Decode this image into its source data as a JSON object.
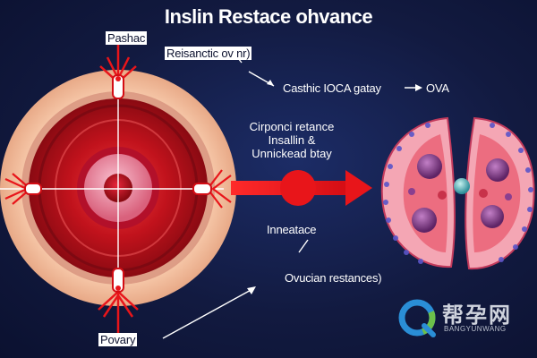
{
  "title": "Inslin Restace ohvance",
  "labels": {
    "top_left": "Pashac",
    "top_center": "Reisanctic ov nr)",
    "right_top": "Casthic IOCA gatay",
    "right_top_suffix": "OVA",
    "middle": [
      "Cirponci retance",
      "Insallin &",
      "Unnickead btay"
    ],
    "lower_middle": "Inneatace",
    "bottom_right": "Ovucian restances)",
    "bottom_left": "Povary"
  },
  "watermark": {
    "chinese": "帮孕网",
    "english": "BANGYUNWANG"
  },
  "colors": {
    "background": "#121a40",
    "arrow_red": "#e8151a",
    "ovary_outer": "#f6c7a8",
    "ovary_core": "#c1121c",
    "cell_purple": "#8a3f8f"
  }
}
